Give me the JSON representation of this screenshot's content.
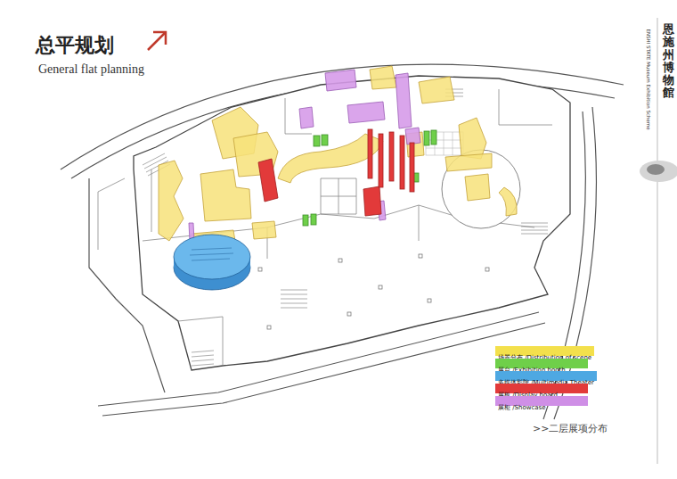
{
  "diagram": {
    "title": "总平规划",
    "caption": ">>二层展项分布",
    "labels": [
      "General flat planning",
      "恩施州博物館",
      "ENSHI STATE Museum Exhibition Scheme"
    ],
    "legend": [
      {
        "text": "场景分布 /Distribution of scene",
        "color": "#f3e04c"
      },
      {
        "text": "展台 /Exhibition booth",
        "color": "#6fcf4a"
      },
      {
        "text": "多媒体影院 /Multimedia Theater",
        "color": "#4ea8e2"
      },
      {
        "text": "展板 /Display board",
        "color": "#e23a3a"
      },
      {
        "text": "展柜 /Showcase",
        "color": "#cf8fe6"
      }
    ]
  }
}
